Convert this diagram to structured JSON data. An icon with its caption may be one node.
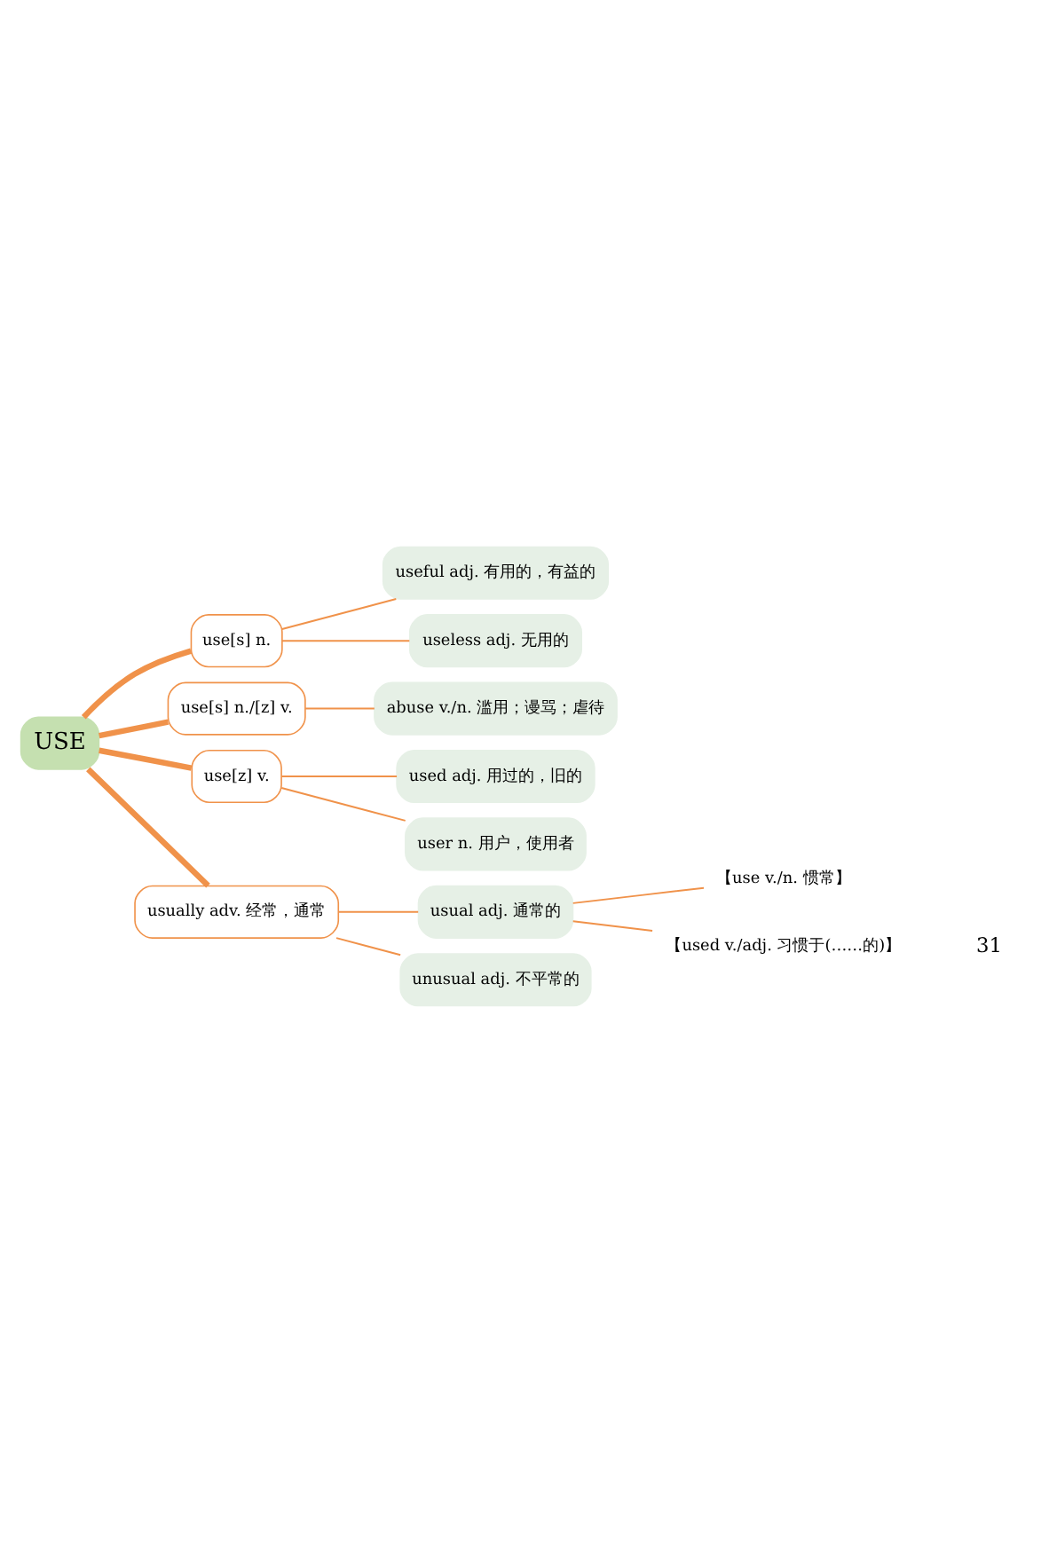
{
  "diagram": {
    "nodes": [
      {
        "text": [
          "USE"
        ]
      },
      {
        "text": [
          "use[s] n."
        ]
      },
      {
        "text": [
          "useful adj. 有用的，有益的"
        ]
      },
      {
        "text": [
          "useless adj. 无用的"
        ]
      },
      {
        "text": [
          "use[s] n./[z] v."
        ]
      },
      {
        "text": [
          "abuse v./n. 滥用；谩骂；虐待"
        ]
      },
      {
        "text": [
          "use[z] v."
        ]
      },
      {
        "text": [
          "used adj. 用过的，旧的"
        ]
      },
      {
        "text": [
          "user n. 用户，使用者"
        ]
      },
      {
        "text": [
          "usually adv. 经常，通常"
        ]
      },
      {
        "text": [
          "usual adj. 通常的"
        ]
      },
      {
        "text": [
          "【use v./n. 惯常】"
        ]
      },
      {
        "text": [
          "【used v./adj. 习惯于(……的)】"
        ]
      },
      {
        "text": [
          "unusual adj. 不平常的"
        ]
      }
    ],
    "edges": [
      {
        "from": 0,
        "to": 1,
        "arrow": "none",
        "style": "thick"
      },
      {
        "from": 1,
        "to": 2,
        "arrow": "none"
      },
      {
        "from": 1,
        "to": 3,
        "arrow": "none"
      },
      {
        "from": 0,
        "to": 4,
        "arrow": "none",
        "style": "thick"
      },
      {
        "from": 4,
        "to": 5,
        "arrow": "none"
      },
      {
        "from": 0,
        "to": 6,
        "arrow": "none",
        "style": "thick"
      },
      {
        "from": 6,
        "to": 7,
        "arrow": "none"
      },
      {
        "from": 6,
        "to": 8,
        "arrow": "none"
      },
      {
        "from": 0,
        "to": 9,
        "arrow": "none",
        "style": "thick"
      },
      {
        "from": 9,
        "to": 10,
        "arrow": "none"
      },
      {
        "from": 10,
        "to": 11,
        "arrow": "none"
      },
      {
        "from": 10,
        "to": 12,
        "arrow": "none"
      },
      {
        "from": 9,
        "to": 13,
        "arrow": "none"
      }
    ],
    "labels": [
      "31"
    ]
  }
}
